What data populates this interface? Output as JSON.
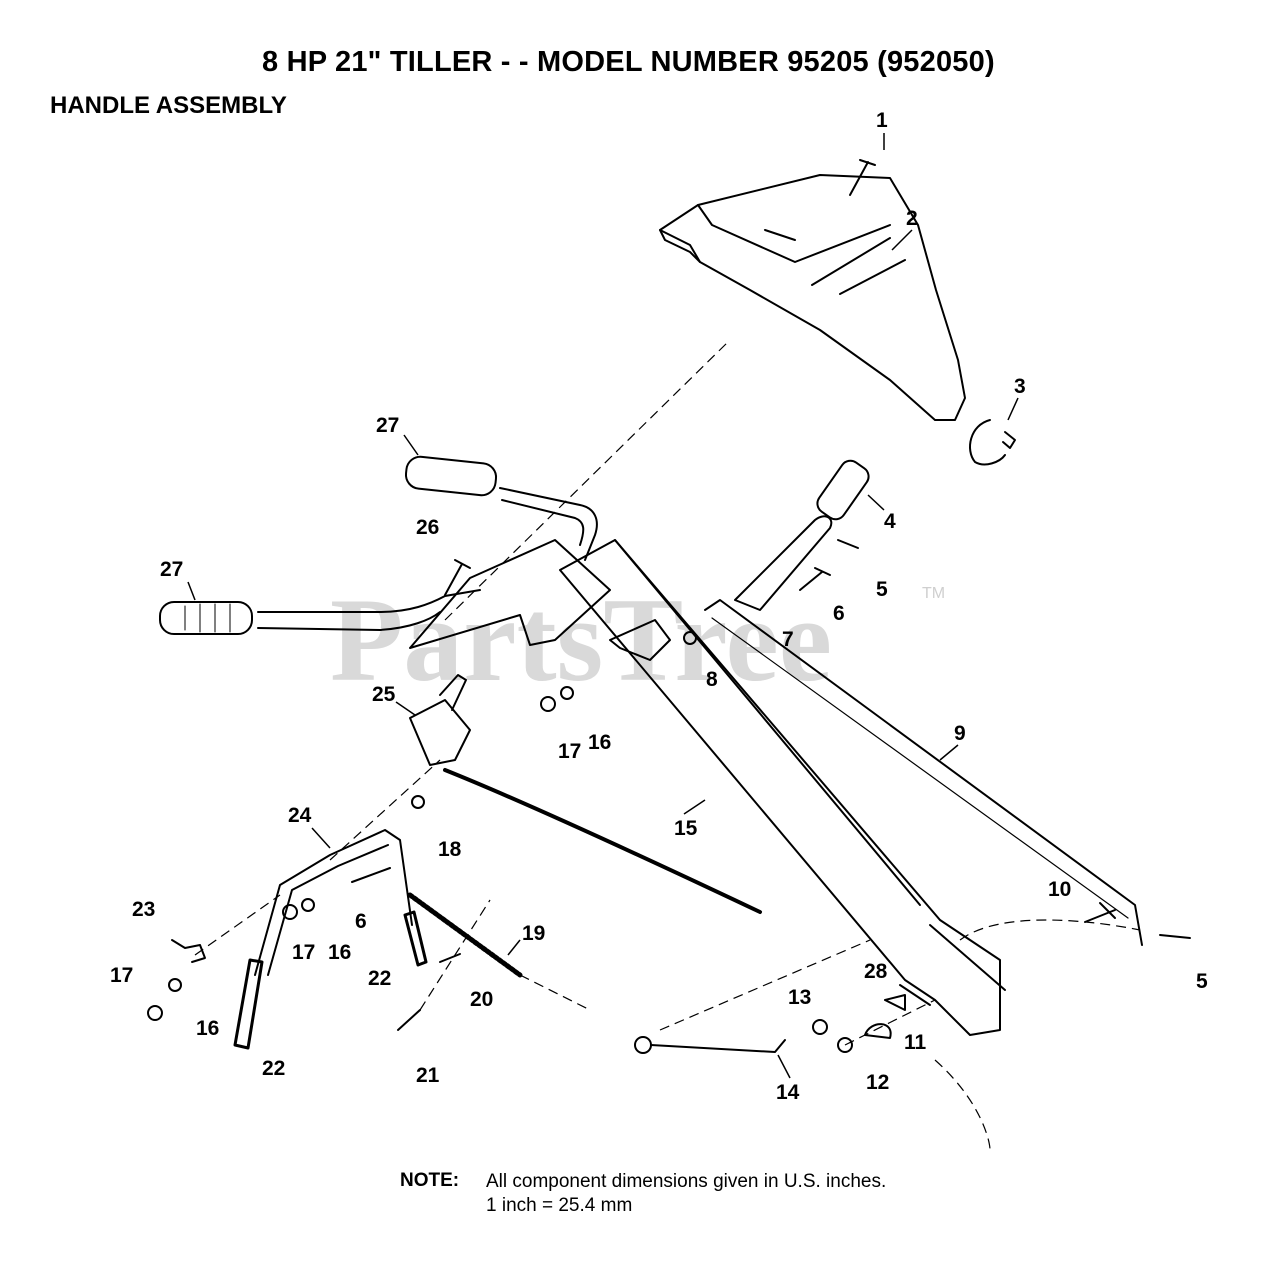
{
  "title": "8 HP 21\" TILLER - - MODEL NUMBER 95205 (952050)",
  "section": "HANDLE ASSEMBLY",
  "watermark": {
    "text": "PartsTree",
    "trademark": "TM"
  },
  "note": {
    "label": "NOTE:",
    "line1": "All component dimensions given in U.S. inches.",
    "line2": "1 inch = 25.4 mm"
  },
  "callouts": [
    "1",
    "2",
    "3",
    "4",
    "5",
    "6",
    "7",
    "8",
    "9",
    "10",
    "11",
    "12",
    "13",
    "14",
    "15",
    "16",
    "17",
    "18",
    "19",
    "20",
    "21",
    "22",
    "23",
    "24",
    "25",
    "26",
    "27",
    "28"
  ]
}
